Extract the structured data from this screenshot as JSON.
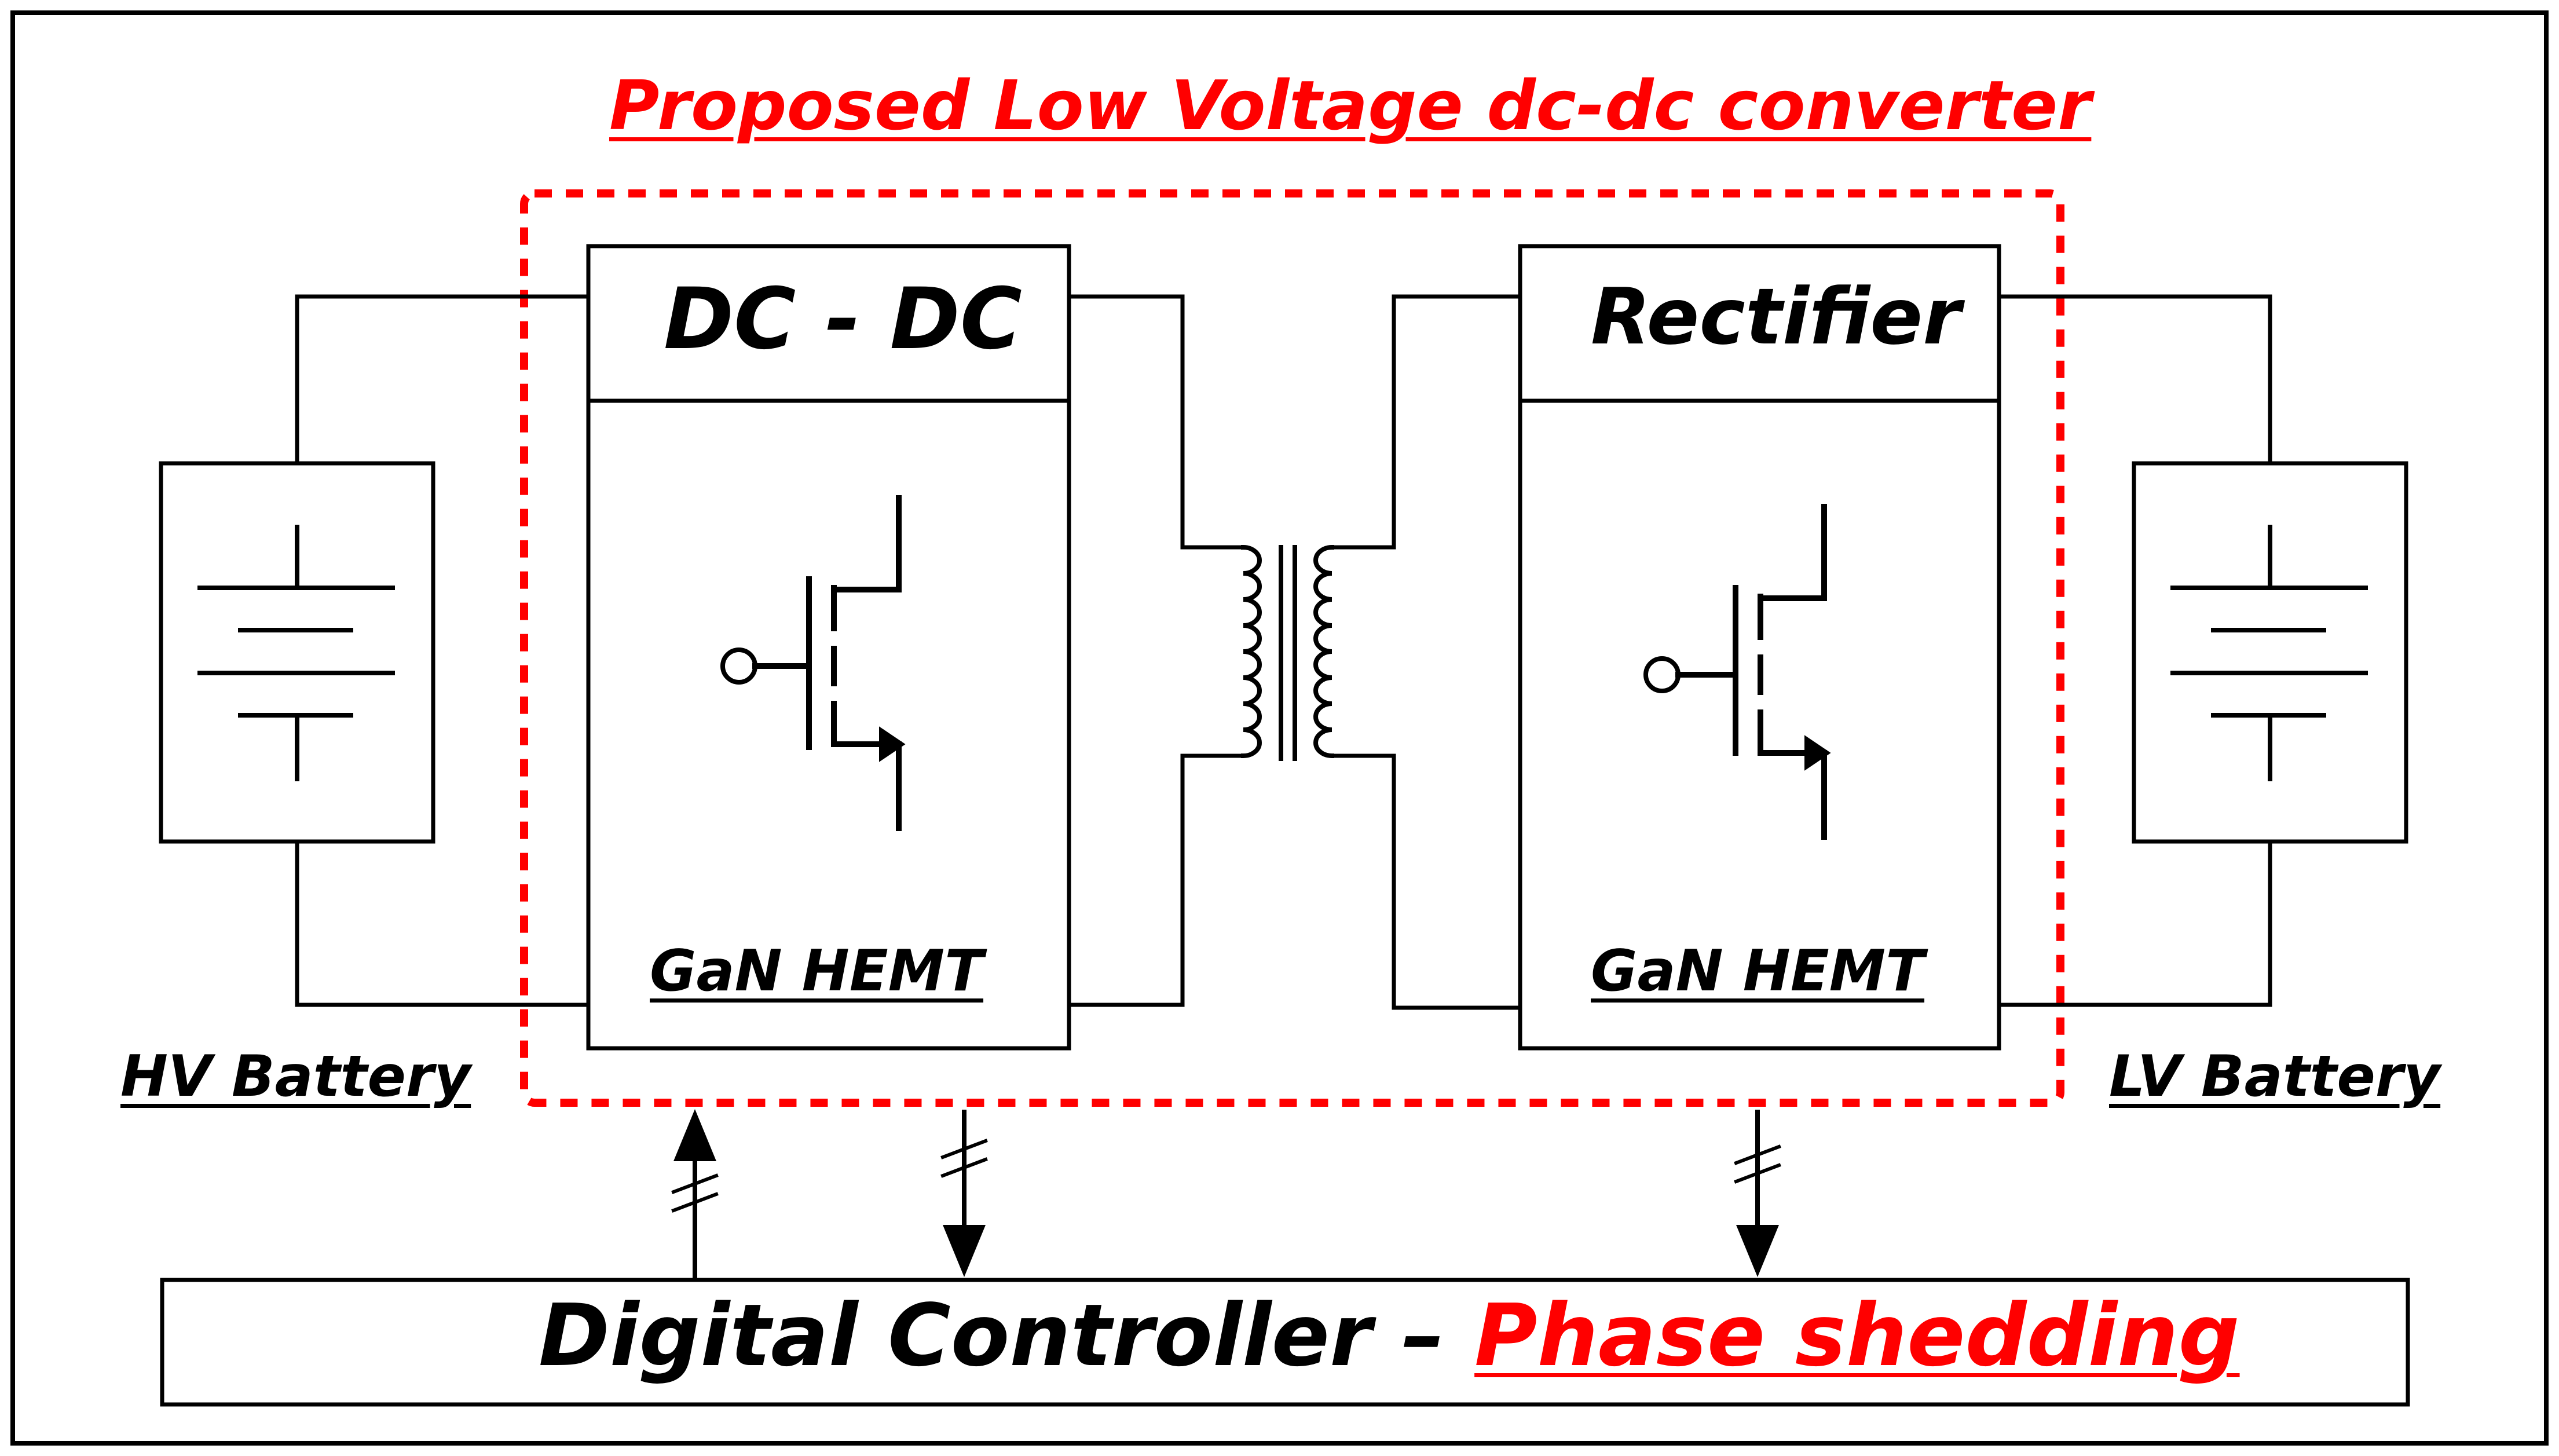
{
  "title": "Proposed Low Voltage dc-dc converter",
  "blocks": {
    "dcdc": {
      "header": "DC - DC",
      "device": "GaN HEMT"
    },
    "rectifier": {
      "header": "Rectifier",
      "device": "GaN HEMT"
    }
  },
  "batteries": {
    "hv": "HV Battery",
    "lv": "LV Battery"
  },
  "controller": {
    "label": "Digital Controller –",
    "highlight": "Phase shedding"
  },
  "icons": [
    "battery-icon",
    "transistor-icon",
    "transformer-icon",
    "arrow-icon"
  ],
  "colors": {
    "accent": "#ff0000",
    "line": "#000000",
    "background": "#ffffff"
  }
}
